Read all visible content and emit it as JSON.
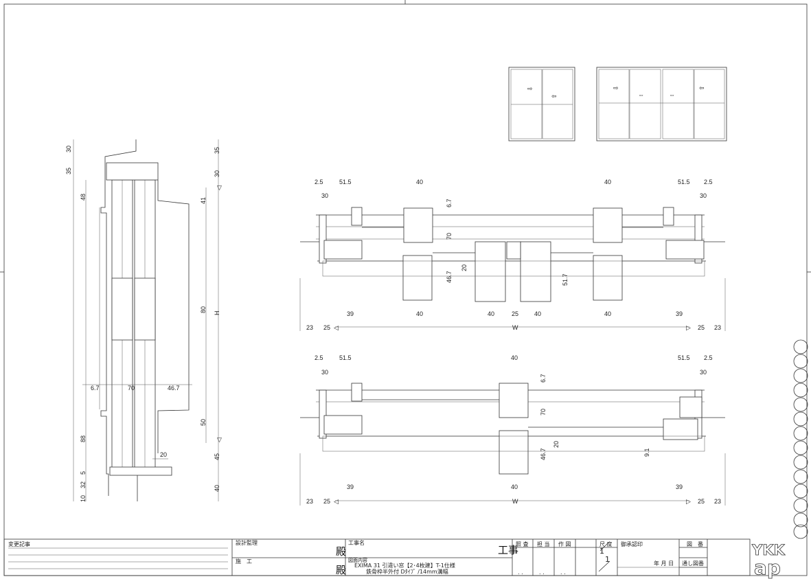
{
  "section": {
    "left_dims": [
      "30",
      "35",
      "48",
      "88",
      "5",
      "32",
      "10"
    ],
    "right_dims": [
      "35",
      "30",
      "41",
      "80",
      "H",
      "50",
      "45",
      "40"
    ],
    "horiz_dims": [
      "6.7",
      "70",
      "46.7",
      "20"
    ]
  },
  "plan_4panel": {
    "top_dims": [
      "2.5",
      "51.5",
      "30",
      "40",
      "40",
      "51.5",
      "2.5",
      "30"
    ],
    "vert_dims": [
      "6.7",
      "70",
      "20",
      "46.7",
      "51.7"
    ],
    "bottom_dims": [
      "39",
      "40",
      "40",
      "25",
      "40",
      "40",
      "39"
    ],
    "overall_dims": [
      "23",
      "25",
      "W",
      "25",
      "23"
    ]
  },
  "plan_2panel": {
    "top_dims": [
      "2.5",
      "51.5",
      "30",
      "40",
      "51.5",
      "2.5",
      "30"
    ],
    "vert_dims": [
      "6.7",
      "70",
      "20",
      "46.7",
      "9.1"
    ],
    "bottom_dims": [
      "39",
      "40",
      "39"
    ],
    "overall_dims": [
      "23",
      "25",
      "W",
      "25",
      "23"
    ]
  },
  "title_block": {
    "revision_label": "変更記事",
    "design_supervision_label": "設計監理",
    "construction_label": "施　工",
    "honorific_1": "殿",
    "honorific_2": "殿",
    "project_name_label": "工事名",
    "project_suffix": "工事",
    "drawing_content_label": "図面内容",
    "drawing_content_line1": "EXIMA 31 引違い窓【2･4枚建】T-1仕様",
    "drawing_content_line2": "鉄骨枠半外付 Dﾀｲﾌﾟ /14mm溝幅",
    "check_label": "照 査",
    "charge_label": "担 当",
    "drafting_label": "作 図",
    "scale_label": "尺 度",
    "scale_num": "1",
    "scale_den": "1",
    "approval_label": "御承認印",
    "date_label": "年 月 日",
    "drawing_no_label": "図　番",
    "serial_no_label": "通し図番",
    "dots": ". .",
    "logo_text": "YKK ap"
  }
}
